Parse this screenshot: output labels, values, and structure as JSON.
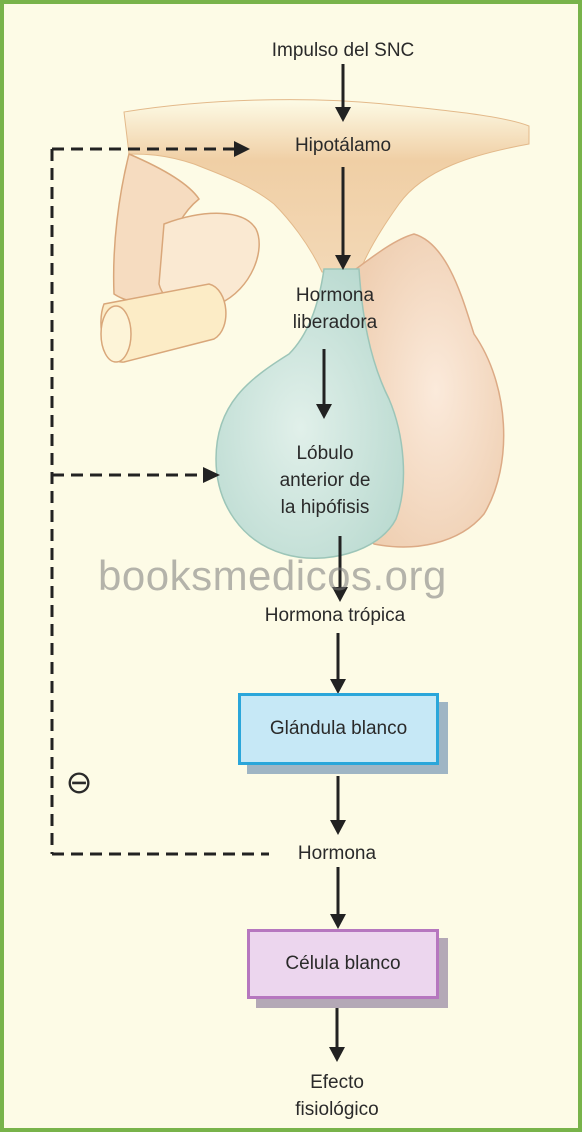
{
  "labels": {
    "cns_input": "Impulso del SNC",
    "hypothalamus": "Hipotálamo",
    "releasing_hormone": [
      "Hormona",
      "liberadora"
    ],
    "anterior_pituitary": [
      "Lóbulo",
      "anterior de",
      "la hipófisis"
    ],
    "tropic_hormone": "Hormona trópica",
    "target_gland": "Glándula blanco",
    "hormone": "Hormona",
    "target_cell": "Célula blanco",
    "physiological_effect": [
      "Efecto",
      "fisiológico"
    ],
    "negative_feedback_symbol": "⊖"
  },
  "watermark": "booksmedicos.org",
  "colors": {
    "frame_border": "#78b34a",
    "background": "#fdfbe6",
    "brain_tissue": "#f2d3aa",
    "anterior_lobe": "#cfe6df",
    "posterior_lobe": "#f6dfca",
    "gland_box_fill": "#c6e8f6",
    "gland_box_border": "#2aa6da",
    "cell_box_fill": "#ecd6ee",
    "cell_box_border": "#b677bf"
  }
}
